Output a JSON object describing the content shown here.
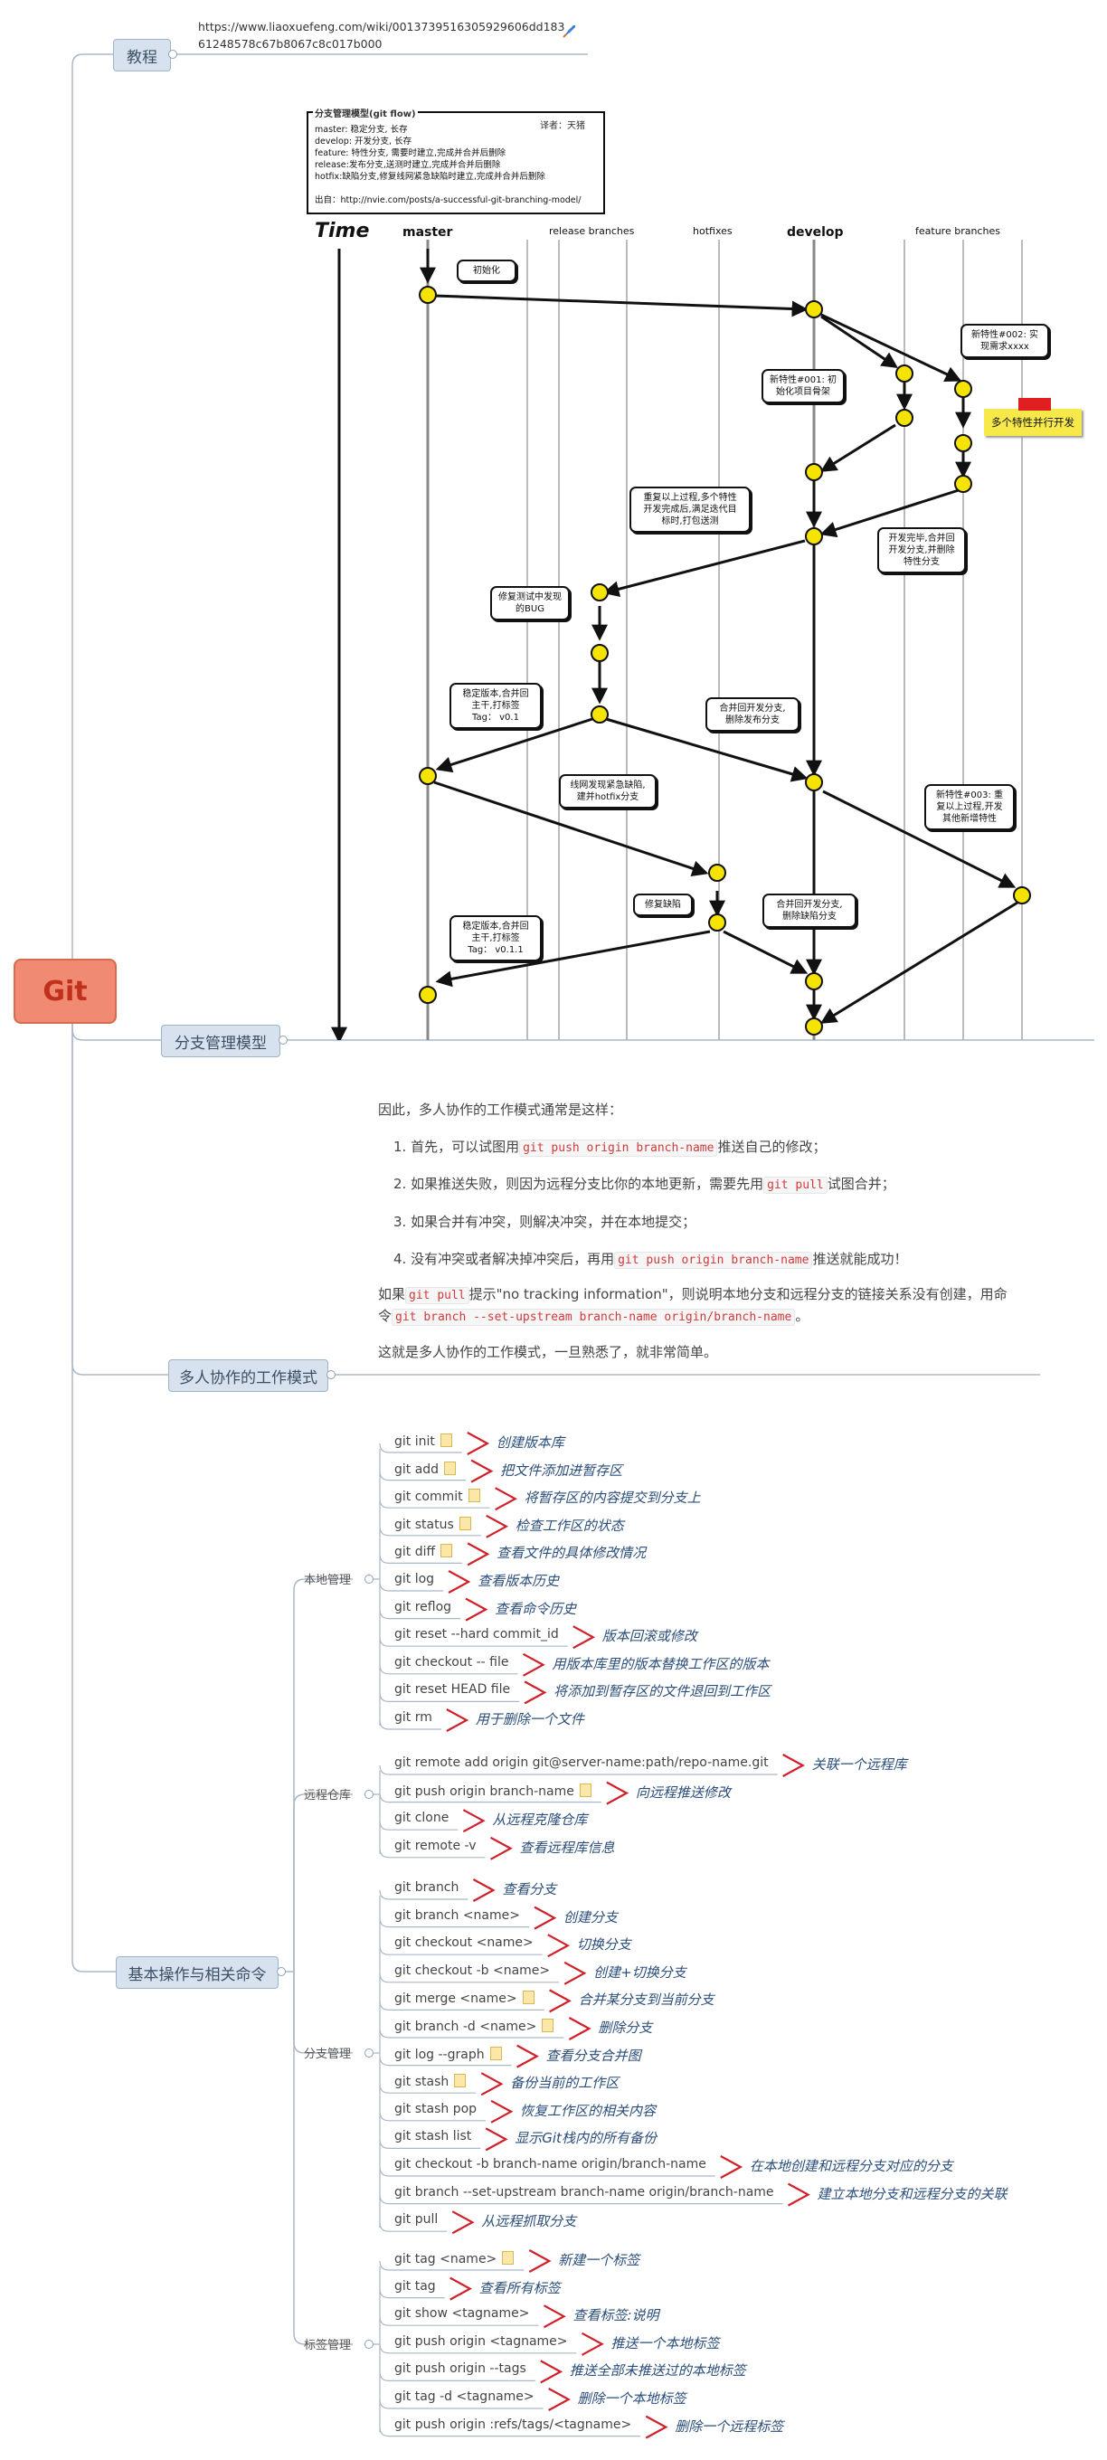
{
  "root": {
    "label": "Git"
  },
  "top_branches": {
    "tutorial": "教程",
    "tutorial_url": "https://www.liaoxuefeng.com/wiki/0013739516305929606dd18361248578c67b8067c8c017b000",
    "branch_model": "分支管理模型",
    "collab": "多人协作的工作模式",
    "basics": "基本操作与相关命令"
  },
  "diagram": {
    "legend_title": "分支管理模型(git flow)",
    "translator": "译者：天猪",
    "legend_lines": [
      "master: 稳定分支, 长存",
      "develop: 开发分支, 长存",
      "feature: 特性分支, 需要时建立,完成并合并后删除",
      "release:发布分支,送测时建立,完成并合并后删除",
      "hotfix:缺陷分支,修复线网紧急缺陷时建立,完成并合并后删除"
    ],
    "source": "出自：http://nvie.com/posts/a-successful-git-branching-model/",
    "time_label": "Time",
    "columns": [
      "master",
      "release branches",
      "hotfixes",
      "develop",
      "feature branches"
    ],
    "bubbles": {
      "init": "初始化",
      "feat1": "新特性#001: 初\n始化项目骨架",
      "feat2": "新特性#002: 实\n现需求xxxx",
      "repeat": "重复以上过程,多个特性\n开发完成后,满足迭代目\n标时,打包送测",
      "dev_done": "开发完毕,合并回\n开发分支,并删除\n特性分支",
      "fix_bug": "修复测试中发现\n的BUG",
      "stable": "稳定版本,合并回\n主干,打标签\nTag： v0.1",
      "merge_back": "合并回开发分支,\n删除发布分支",
      "urgent": "线网发现紧急缺陷,\n建并hotfix分支",
      "feat3": "新特性#003: 重\n复以上过程,开发\n其他新增特性",
      "fix_defect": "修复缺陷",
      "merge_defect": "合并回开发分支,\n删除缺陷分支",
      "stable2": "稳定版本,合并回\n主干,打标签\nTag： v0.1.1"
    },
    "sticky": "多个特性并行开发"
  },
  "collab_text": {
    "intro": "因此，多人协作的工作模式通常是这样：",
    "steps": [
      {
        "num": "1.",
        "pre": "首先，可以试图用",
        "code": "git push origin branch-name",
        "post": "推送自己的修改；"
      },
      {
        "num": "2.",
        "pre": "如果推送失败，则因为远程分支比你的本地更新，需要先用",
        "code": "git pull",
        "post": "试图合并；"
      },
      {
        "num": "3.",
        "pre": "如果合并有冲突，则解决冲突，并在本地提交；",
        "code": "",
        "post": ""
      },
      {
        "num": "4.",
        "pre": "没有冲突或者解决掉冲突后，再用",
        "code": "git push origin branch-name",
        "post": "推送就能成功！"
      }
    ],
    "note_pre": "如果",
    "note_code1": "git pull",
    "note_mid": "提示\"no tracking information\"，则说明本地分支和远程分支的链接关系没有创建，用命",
    "note_pre2": "令",
    "note_code2": "git branch --set-upstream branch-name origin/branch-name",
    "note_end": "。",
    "outro": "这就是多人协作的工作模式，一旦熟悉了，就非常简单。"
  },
  "groups": [
    {
      "label": "本地管理",
      "items": [
        {
          "cmd": "git init",
          "note": true,
          "desc": "创建版本库"
        },
        {
          "cmd": "git add",
          "note": true,
          "desc": "把文件添加进暂存区"
        },
        {
          "cmd": "git commit",
          "note": true,
          "desc": "将暂存区的内容提交到分支上"
        },
        {
          "cmd": "git status",
          "note": true,
          "desc": "检查工作区的状态"
        },
        {
          "cmd": "git diff",
          "note": true,
          "desc": "查看文件的具体修改情况"
        },
        {
          "cmd": "git log",
          "note": false,
          "desc": "查看版本历史"
        },
        {
          "cmd": "git reflog",
          "note": false,
          "desc": "查看命令历史"
        },
        {
          "cmd": "git reset --hard commit_id",
          "note": false,
          "desc": "版本回滚或修改"
        },
        {
          "cmd": "git checkout -- file",
          "note": false,
          "desc": "用版本库里的版本替换工作区的版本"
        },
        {
          "cmd": "git reset HEAD file",
          "note": false,
          "desc": "将添加到暂存区的文件退回到工作区"
        },
        {
          "cmd": "git rm",
          "note": false,
          "desc": "用于删除一个文件"
        }
      ]
    },
    {
      "label": "远程仓库",
      "items": [
        {
          "cmd": "git remote add origin git@server-name:path/repo-name.git",
          "note": false,
          "desc": "关联一个远程库"
        },
        {
          "cmd": "git push origin branch-name",
          "note": true,
          "desc": "向远程推送修改"
        },
        {
          "cmd": "git clone",
          "note": false,
          "desc": "从远程克隆仓库"
        },
        {
          "cmd": "git remote -v",
          "note": false,
          "desc": "查看远程库信息"
        }
      ]
    },
    {
      "label": "分支管理",
      "items": [
        {
          "cmd": "git branch",
          "note": false,
          "desc": "查看分支"
        },
        {
          "cmd": "git branch <name>",
          "note": false,
          "desc": "创建分支"
        },
        {
          "cmd": "git checkout <name>",
          "note": false,
          "desc": "切换分支"
        },
        {
          "cmd": "git checkout -b <name>",
          "note": false,
          "desc": "创建+切换分支"
        },
        {
          "cmd": "git merge <name>",
          "note": true,
          "desc": "合并某分支到当前分支"
        },
        {
          "cmd": "git branch -d <name>",
          "note": true,
          "desc": "删除分支"
        },
        {
          "cmd": "git log --graph",
          "note": true,
          "desc": "查看分支合并图"
        },
        {
          "cmd": "git stash",
          "note": true,
          "desc": "备份当前的工作区"
        },
        {
          "cmd": "git stash pop",
          "note": false,
          "desc": "恢复工作区的相关内容"
        },
        {
          "cmd": "git stash list",
          "note": false,
          "desc": "显示Git栈内的所有备份"
        },
        {
          "cmd": "git checkout -b branch-name origin/branch-name",
          "note": false,
          "desc": "在本地创建和远程分支对应的分支"
        },
        {
          "cmd": "git branch --set-upstream branch-name origin/branch-name",
          "note": false,
          "desc": "建立本地分支和远程分支的关联"
        },
        {
          "cmd": "git pull",
          "note": false,
          "desc": "从远程抓取分支"
        }
      ]
    },
    {
      "label": "标签管理",
      "items": [
        {
          "cmd": "git tag <name>",
          "note": true,
          "desc": "新建一个标签"
        },
        {
          "cmd": "git tag",
          "note": false,
          "desc": "查看所有标签"
        },
        {
          "cmd": "git show <tagname>",
          "note": false,
          "desc": "查看标签:说明"
        },
        {
          "cmd": "git push origin <tagname>",
          "note": false,
          "desc": "推送一个本地标签"
        },
        {
          "cmd": "git push origin --tags",
          "note": false,
          "desc": "推送全部未推送过的本地标签"
        },
        {
          "cmd": "git tag -d <tagname>",
          "note": false,
          "desc": "删除一个本地标签"
        },
        {
          "cmd": "git push origin :refs/tags/<tagname>",
          "note": false,
          "desc": "删除一个远程标签"
        }
      ]
    }
  ],
  "colors": {
    "root_fill": "#f08a72",
    "topic_fill": "#d8e2ee",
    "desc_color": "#2a4d7a",
    "arrow_red": "#d0202a",
    "commit_yellow": "#f5e400"
  }
}
